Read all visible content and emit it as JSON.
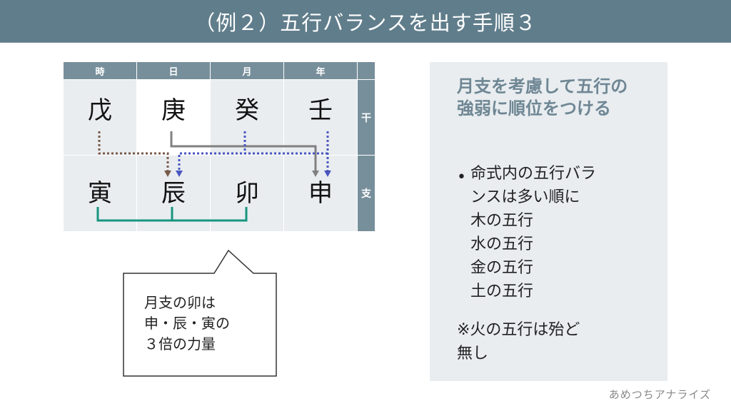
{
  "title": "（例２）五行バランスを出す手順３",
  "table": {
    "columns": [
      "時",
      "日",
      "月",
      "年"
    ],
    "row_labels": [
      "干",
      "支"
    ],
    "stems": [
      "戊",
      "庚",
      "癸",
      "壬"
    ],
    "branches": [
      "寅",
      "辰",
      "卯",
      "申"
    ]
  },
  "connectors": [
    {
      "from": "戊",
      "to": "辰",
      "style": "dotted",
      "color": "#7a5a4a"
    },
    {
      "from": "庚",
      "to": "申",
      "style": "solid",
      "color": "#808080"
    },
    {
      "from": "癸",
      "to": "辰",
      "style": "dotted",
      "color": "#4a56c0"
    },
    {
      "from": "壬",
      "to": "申",
      "style": "dotted",
      "color": "#4a56c0"
    },
    {
      "group": [
        "寅",
        "辰",
        "卯"
      ],
      "style": "bracket",
      "color": "#17957f"
    }
  ],
  "callout": {
    "text": "月支の卯は\n申・辰・寅の\n３倍の力量"
  },
  "panel": {
    "heading": "月支を考慮して五行の強弱に順位をつける",
    "bullet_marker": "•",
    "bullet_text": "命式内の五行バラ\nンスは多い順に\n木の五行\n水の五行\n金の五行\n土の五行",
    "ranking": [
      "木の五行",
      "水の五行",
      "金の五行",
      "土の五行"
    ],
    "note": "※火の五行は殆ど\n無し"
  },
  "footer": "あめつちアナライズ",
  "colors": {
    "title_bg": "#607d8b",
    "header_bg": "#778f9b",
    "cell_bg": "#e9edf0",
    "heading_text": "#6f8794",
    "bracket": "#17957f",
    "blue_dotted": "#4a56c0",
    "brown_dotted": "#7a5a4a",
    "gray_solid": "#808080"
  }
}
